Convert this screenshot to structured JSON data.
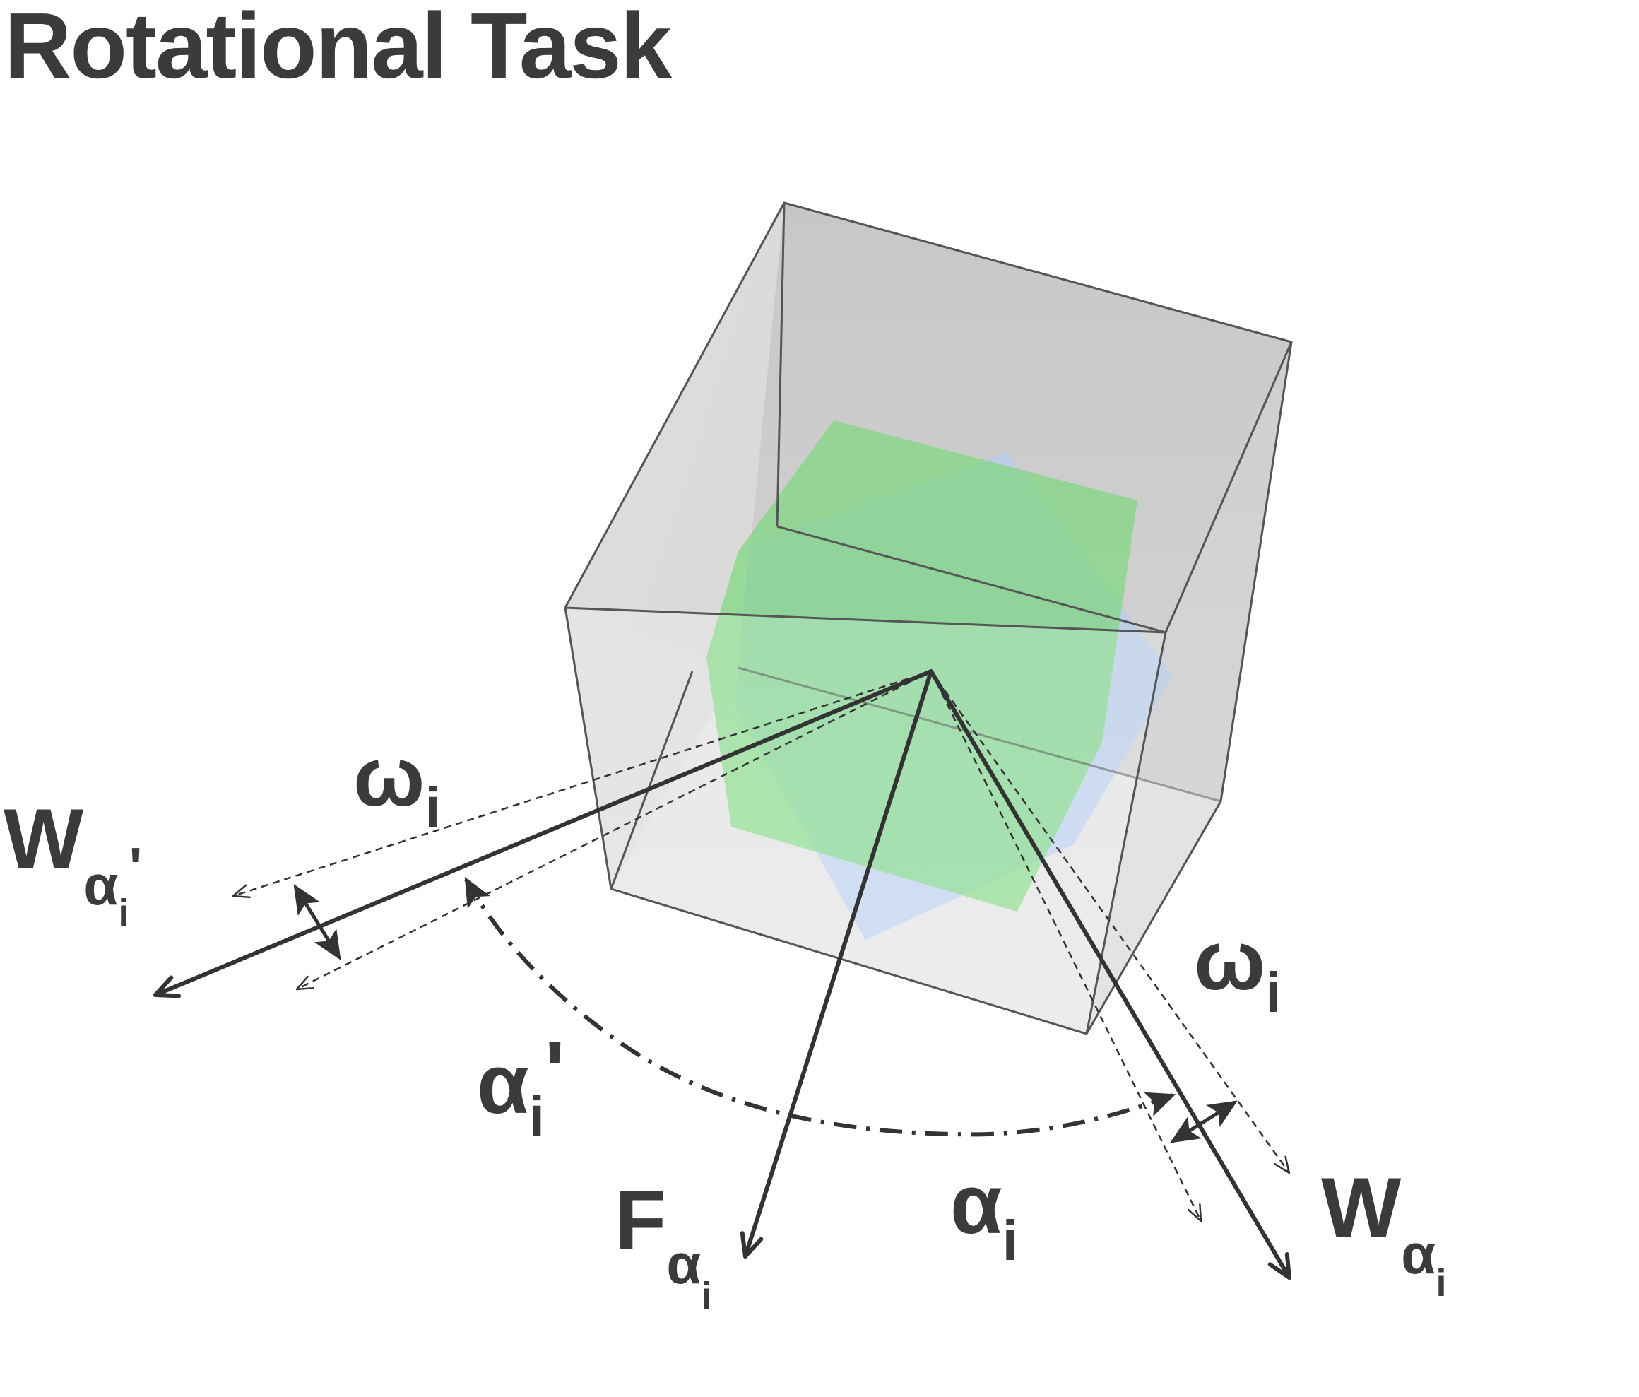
{
  "title": "Rotational Task",
  "colors": {
    "text": "#3b3b3b",
    "cube_face": "#c4c4c4",
    "cube_edge": "#555555",
    "green_square": "#5ee05e",
    "blue_square": "#aaccff"
  },
  "labels": {
    "omega_left": {
      "base": "ω",
      "sub": "i"
    },
    "w_left": {
      "base": "W",
      "sub": "α",
      "subsub": "i",
      "prime": "'"
    },
    "alpha_prime": {
      "base": "α",
      "sub": "i",
      "prime": "'"
    },
    "f_alpha": {
      "base": "F",
      "sub": "α",
      "subsub": "i"
    },
    "alpha": {
      "base": "α",
      "sub": "i"
    },
    "omega_right": {
      "base": "ω",
      "sub": "i"
    },
    "w_right": {
      "base": "W",
      "sub": "α",
      "subsub": "i"
    }
  }
}
